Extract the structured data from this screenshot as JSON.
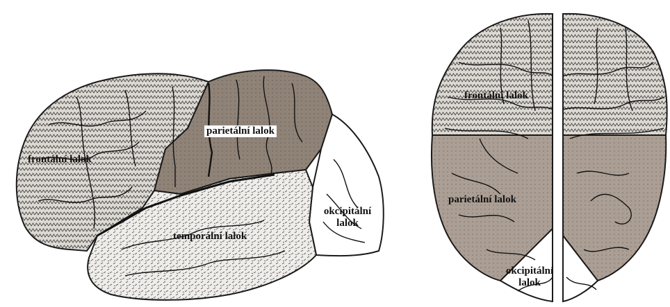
{
  "lateral_view": {
    "frontal_label": "frontální lalok",
    "parietal_label": "parietální lalok",
    "temporal_label": "temporální lalok",
    "occipital_label_line1": "okcipitální",
    "occipital_label_line2": "lalok"
  },
  "top_view": {
    "frontal_label": "frontální lalok",
    "parietal_label": "parietální lalok",
    "occipital_label_line1": "okcipitální",
    "occipital_label_line2": "lalok"
  },
  "colors": {
    "frontal_fill": "#d6d2cc",
    "parietal_fill": "#8f8378",
    "temporal_fill": "#ebe9e6",
    "occipital_fill": "#ffffff",
    "outline": "#1a1a1a",
    "top_parietal_fill": "#a9a097"
  }
}
